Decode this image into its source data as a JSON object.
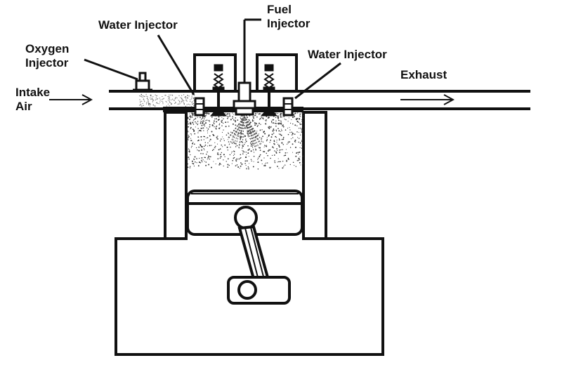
{
  "labels": {
    "fuel_injector": [
      "Fuel",
      "Injector"
    ],
    "water_injector_left": "Water Injector",
    "water_injector_right": "Water Injector",
    "oxygen_injector": [
      "Oxygen",
      "Injector"
    ],
    "intake_air": [
      "Intake",
      "Air"
    ],
    "exhaust": "Exhaust"
  },
  "colors": {
    "line": "#111111",
    "background": "#ffffff",
    "spray": "#555555"
  }
}
